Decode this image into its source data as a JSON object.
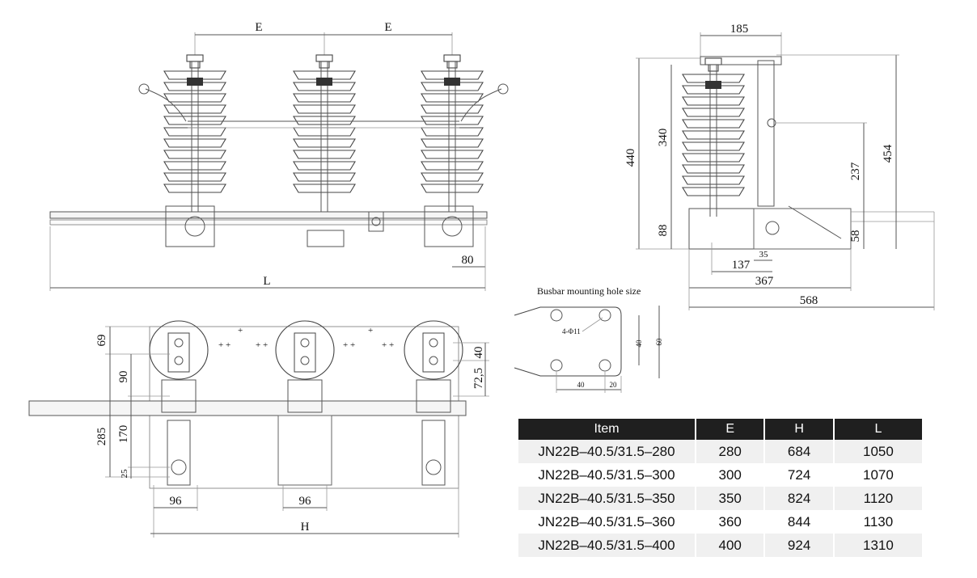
{
  "front_view": {
    "dim_e_left": "E",
    "dim_e_right": "E",
    "dim_l": "L",
    "dim_80": "80"
  },
  "side_view": {
    "dim_185": "185",
    "dim_440": "440",
    "dim_340": "340",
    "dim_88": "88",
    "dim_237": "237",
    "dim_454": "454",
    "dim_58": "58",
    "dim_35": "35",
    "dim_137": "137",
    "dim_367": "367",
    "dim_568": "568"
  },
  "busbar": {
    "title": "Busbar mounting hole size",
    "hole": "4-Φ11",
    "dim_40_v": "40",
    "dim_60": "60",
    "dim_40_h": "40",
    "dim_20": "20"
  },
  "plan_view": {
    "dim_69": "69",
    "dim_90": "90",
    "dim_170": "170",
    "dim_285": "285",
    "dim_25": "25",
    "dim_40": "40",
    "dim_72_5": "72,5",
    "dim_96_left": "96",
    "dim_96_mid": "96",
    "dim_h": "H"
  },
  "spec_table": {
    "headers": [
      "Item",
      "E",
      "H",
      "L"
    ],
    "rows": [
      [
        "JN22B–40.5/31.5–280",
        "280",
        "684",
        "1050"
      ],
      [
        "JN22B–40.5/31.5–300",
        "300",
        "724",
        "1070"
      ],
      [
        "JN22B–40.5/31.5–350",
        "350",
        "824",
        "1120"
      ],
      [
        "JN22B–40.5/31.5–360",
        "360",
        "844",
        "1130"
      ],
      [
        "JN22B–40.5/31.5–400",
        "400",
        "924",
        "1310"
      ]
    ]
  }
}
